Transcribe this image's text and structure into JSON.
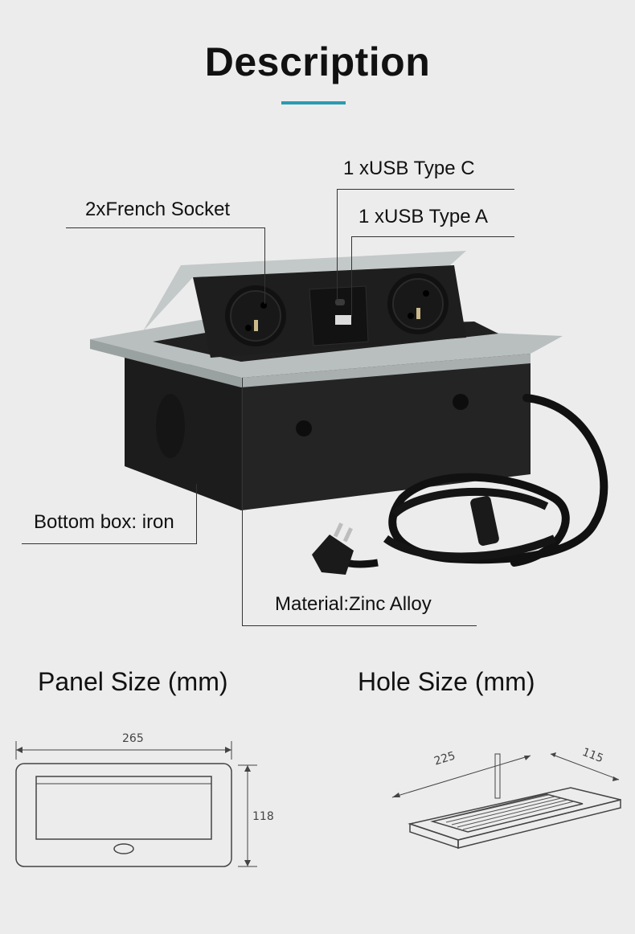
{
  "header": {
    "title": "Description"
  },
  "callouts": {
    "usb_c": "1 xUSB Type C",
    "usb_a": "1 xUSB Type A",
    "french_socket": "2xFrench Socket",
    "bottom_box": "Bottom box: iron",
    "material": "Material:Zinc Alloy"
  },
  "panel": {
    "heading": "Panel Size (mm)",
    "width": "265",
    "height": "118"
  },
  "hole": {
    "heading": "Hole Size (mm)",
    "length": "225",
    "width": "115"
  },
  "colors": {
    "accent": "#2a9bb0",
    "background": "#ececec"
  }
}
